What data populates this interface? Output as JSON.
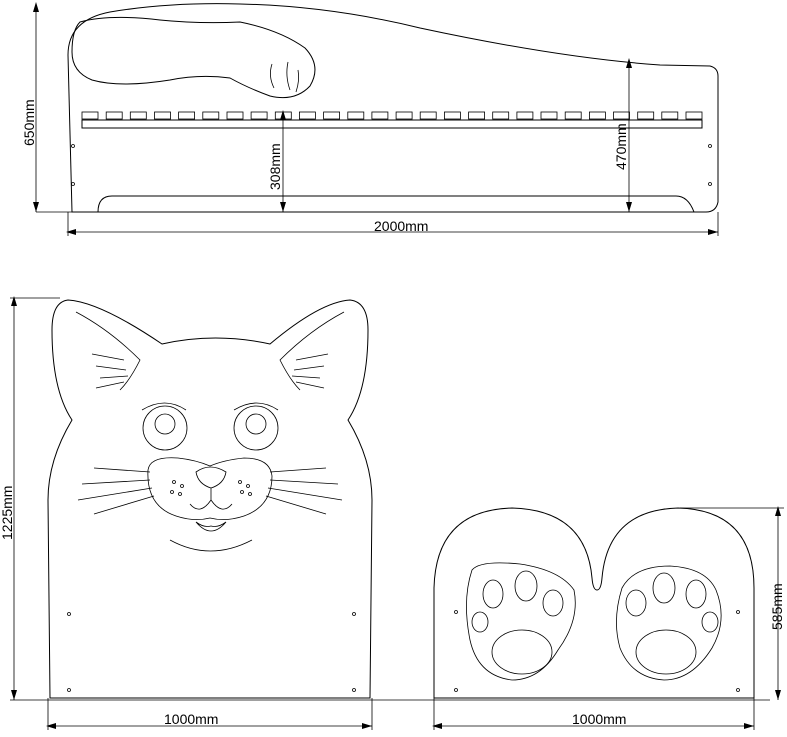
{
  "dimensions": {
    "side_height": "650mm",
    "side_length": "2000mm",
    "slat_height": "308mm",
    "back_height": "470mm",
    "head_height": "1225mm",
    "head_width": "1000mm",
    "foot_height": "585mm",
    "foot_width": "1000mm"
  },
  "panel_count": {
    "rail_slots": 26
  }
}
